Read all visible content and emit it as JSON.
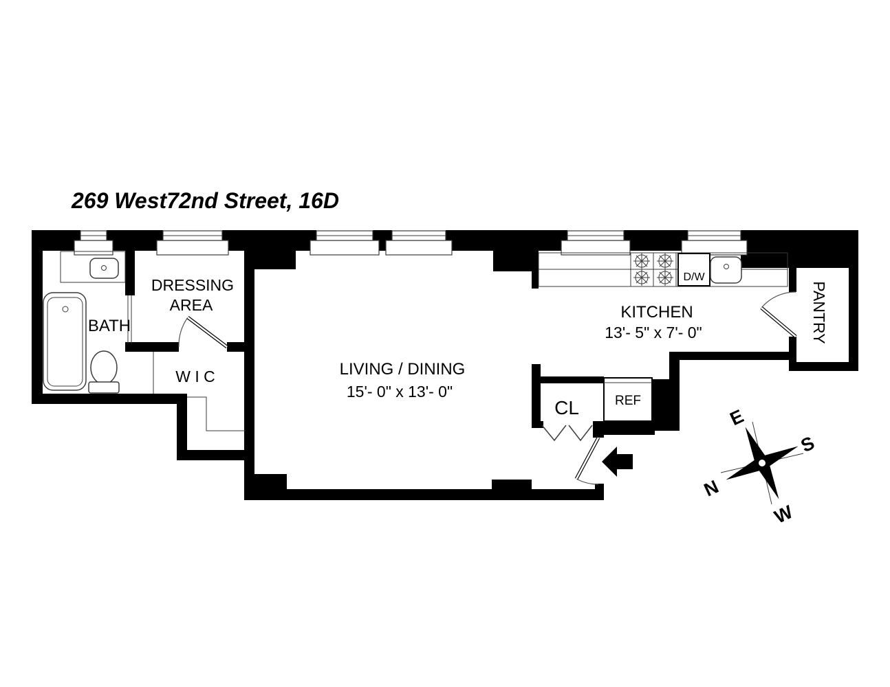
{
  "title": "269 West72nd Street, 16D",
  "rooms": {
    "bath": {
      "label": "BATH"
    },
    "dressing_area": {
      "label_line1": "DRESSING",
      "label_line2": "AREA"
    },
    "wic": {
      "label": "W I C"
    },
    "living_dining": {
      "label": "LIVING / DINING",
      "dimensions": "15'- 0\" x 13'- 0\""
    },
    "kitchen": {
      "label": "KITCHEN",
      "dimensions": "13'- 5\" x 7'- 0\""
    },
    "pantry": {
      "label": "PANTRY"
    },
    "closet": {
      "label": "CL"
    }
  },
  "appliances": {
    "refrigerator": "REF",
    "dishwasher": "D/W"
  },
  "compass": {
    "north": "N",
    "south": "S",
    "east": "E",
    "west": "W"
  },
  "colors": {
    "wall": "#000000",
    "background": "#ffffff"
  }
}
